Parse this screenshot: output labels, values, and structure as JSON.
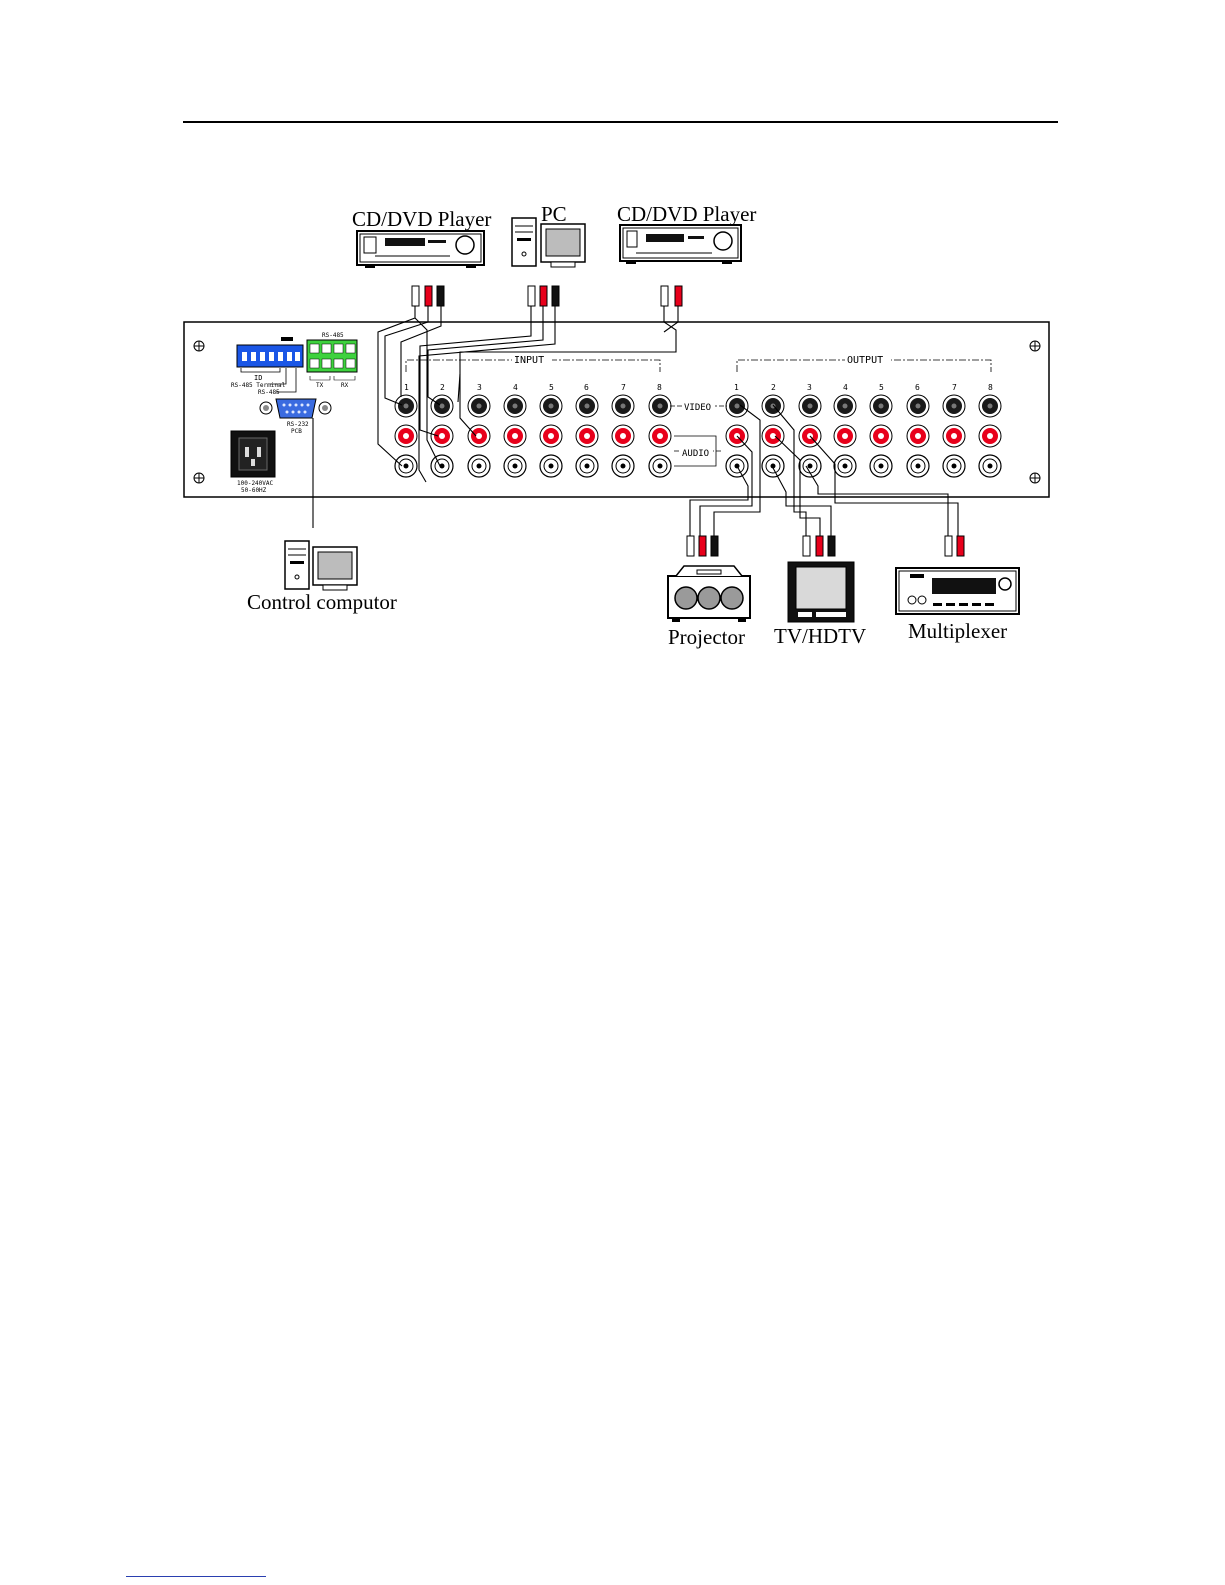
{
  "devices": {
    "src_left": "CD/DVD Player",
    "src_pc": "PC",
    "src_right": "CD/DVD Player",
    "control": "Control computor",
    "out_projector": "Projector",
    "out_tv": "TV/HDTV",
    "out_mux": "Multiplexer"
  },
  "panel": {
    "input_label": "INPUT",
    "output_label": "OUTPUT",
    "video_label": "VIDEO",
    "audio_label": "AUDIO",
    "input_numbers": [
      "1",
      "2",
      "3",
      "4",
      "5",
      "6",
      "7",
      "8"
    ],
    "output_numbers": [
      "1",
      "2",
      "3",
      "4",
      "5",
      "6",
      "7",
      "8"
    ],
    "rs485_top": "RS-485",
    "dip_id": "ID",
    "dip_sub": "RS-485 Terminal",
    "dip_sub2": "RS-485",
    "term_a": "TX",
    "term_b": "RX",
    "rs232": "RS-232",
    "rs232_sub": "PCB",
    "power_1": "100-240VAC",
    "power_2": "50-60HZ"
  },
  "colors": {
    "red_jack": "#e8001b",
    "dip_blue": "#1a56e6",
    "terminal_green": "#3ed23e",
    "db9_blue": "#3a6be0"
  }
}
